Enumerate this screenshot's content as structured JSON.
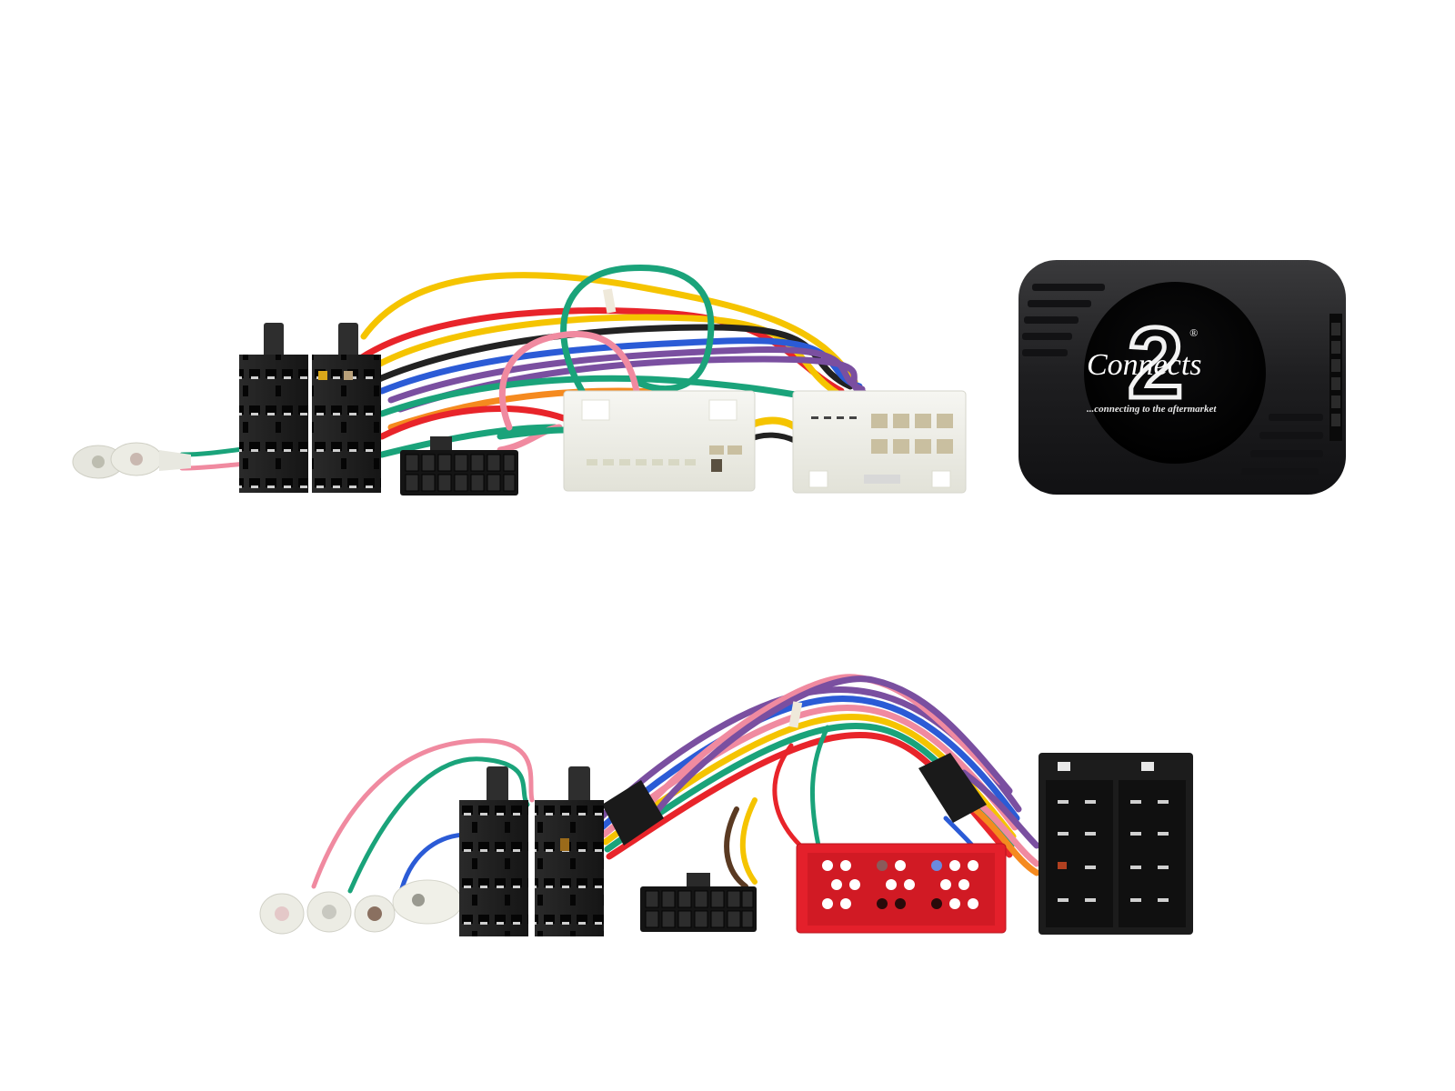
{
  "image": {
    "description": "Product photo of a steering wheel control interface kit: two wiring harnesses and a black interface module on white background",
    "background": "#ffffff"
  },
  "module": {
    "brand_prefix": "C",
    "brand_text": "Connects",
    "brand_number": "2",
    "registered_mark": "®",
    "tagline": "...connecting to the aftermarket",
    "body_color": "#1f1f21"
  },
  "harness_top": {
    "label": "Top harness",
    "connectors": [
      {
        "name": "ring-terminals",
        "color": "#e8e8e0"
      },
      {
        "name": "iso-power-connector",
        "color": "#1c1c1c"
      },
      {
        "name": "iso-speaker-connector",
        "color": "#1c1c1c"
      },
      {
        "name": "14-pin-molex-connector",
        "color": "#141414"
      },
      {
        "name": "vehicle-connector-large",
        "color": "#eeeeea"
      },
      {
        "name": "vehicle-connector-small",
        "color": "#eeeeea"
      }
    ],
    "wire_colors": [
      "#f5c400",
      "#e8242a",
      "#1aa37a",
      "#f58a1f",
      "#7a4fa0",
      "#2b5bd6",
      "#f08aa0",
      "#222222",
      "#ffffff"
    ]
  },
  "harness_bottom": {
    "label": "Bottom harness",
    "connectors": [
      {
        "name": "ring-terminals",
        "color": "#e8e8e0"
      },
      {
        "name": "iso-power-connector",
        "color": "#1c1c1c"
      },
      {
        "name": "iso-speaker-connector",
        "color": "#1c1c1c"
      },
      {
        "name": "14-pin-molex-connector",
        "color": "#141414"
      },
      {
        "name": "red-mini-iso-connector",
        "color": "#e4202b"
      },
      {
        "name": "iso-vehicle-connector",
        "color": "#1c1c1c"
      }
    ],
    "wire_colors": [
      "#f08aa0",
      "#1aa37a",
      "#2b5bd6",
      "#7a4fa0",
      "#f5c400",
      "#e8242a",
      "#f58a1f",
      "#5a3a22",
      "#222222"
    ]
  }
}
